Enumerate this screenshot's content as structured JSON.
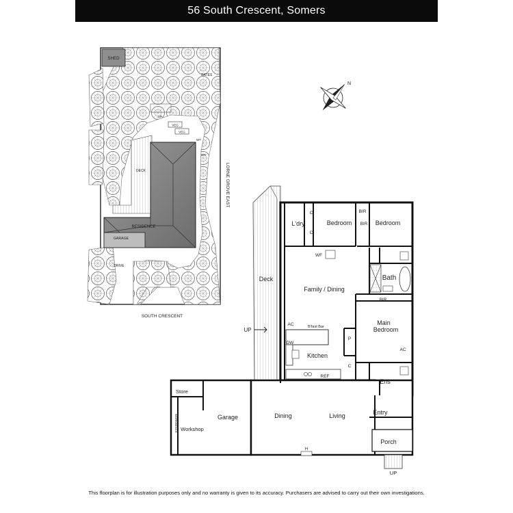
{
  "header": {
    "title": "56 South Crescent, Somers"
  },
  "site_plan": {
    "labels": {
      "shed": "SHED",
      "gates": "GATES",
      "up": "UP",
      "veg1": "VEG",
      "veg2": "VEG",
      "wt1": "WT",
      "wt2": "WT",
      "deck": "DECK",
      "residence": "RESIDENCE",
      "garage": "GARAGE",
      "drive": "DRIVE",
      "street_east": "LORNE GROVE EAST",
      "street_south": "SOUTH CRESCENT"
    }
  },
  "compass": {
    "north": "N"
  },
  "floor_plan": {
    "rooms": {
      "laundry": "L'dry",
      "c1": "C",
      "c2": "C",
      "bedroom1": "Bedroom",
      "bir1": "BIR",
      "bir2": "BIR",
      "bedroom2": "Bedroom",
      "wf": "WF",
      "bath": "Bath",
      "deck": "Deck",
      "family_dining": "Family / Dining",
      "bir3": "BIR",
      "main_bedroom_line1": "Main",
      "main_bedroom_line2": "Bedroom",
      "ac1": "AC",
      "brkfst_bar": "B'fast Bar",
      "up_deck": "UP",
      "dw": "DW",
      "kitchen": "Kitchen",
      "p": "P",
      "ac2": "AC",
      "c3": "C",
      "ref": "REF",
      "ens": "Ens",
      "store": "Store",
      "garage": "Garage",
      "dining": "Dining",
      "living": "Living",
      "entry": "Entry",
      "workshop": "Workshop",
      "workbench": "WORKBENCH",
      "h": "H",
      "porch": "Porch",
      "up_porch": "UP"
    }
  },
  "footer": {
    "disclaimer": "This floorplan is for illustration purposes only and no warranty is given to its accuracy. Purchasers are advised to carry out their own investigations."
  }
}
